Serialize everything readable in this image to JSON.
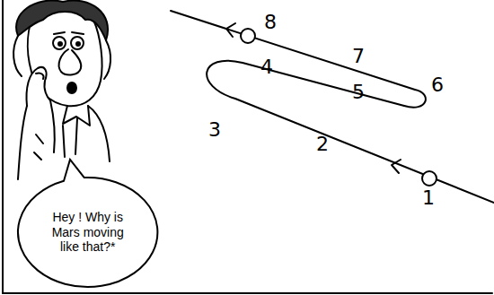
{
  "diagram": {
    "nodes": [
      {
        "text": [
          "Hey ! Why is Mars moving like that?*"
        ]
      }
    ],
    "labels": [
      "1",
      "2",
      "3",
      "4",
      "5",
      "6",
      "7",
      "8"
    ]
  }
}
